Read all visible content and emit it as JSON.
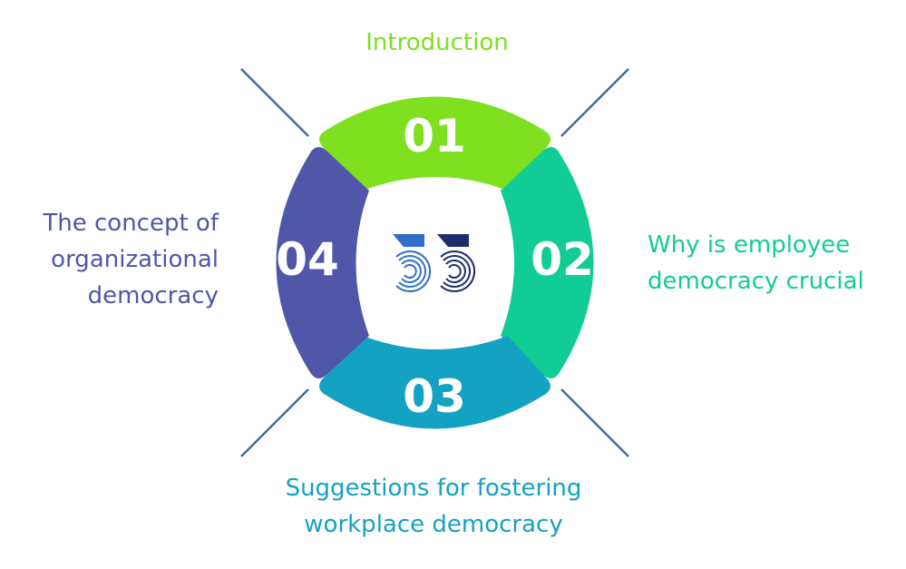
{
  "segments": [
    {
      "number": "01",
      "label_lines": [
        "Introduction"
      ],
      "color": "#7ee01f"
    },
    {
      "number": "02",
      "label_lines": [
        "Why is employee",
        "democracy crucial"
      ],
      "color": "#12cc96"
    },
    {
      "number": "03",
      "label_lines": [
        "Suggestions for fostering",
        "workplace democracy"
      ],
      "color": "#14a2c2"
    },
    {
      "number": "04",
      "label_lines": [
        "The concept of",
        "organizational",
        "democracy"
      ],
      "color": "#5057a8"
    }
  ],
  "divider_color": "#47699c",
  "logo": {
    "icon": "55-logo-icon",
    "colors": [
      "#2f6fc8",
      "#1c2d6e"
    ]
  }
}
